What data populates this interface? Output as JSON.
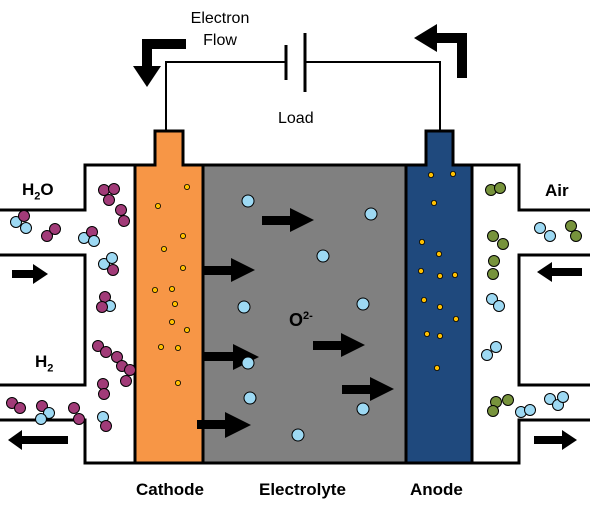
{
  "labels": {
    "electron_flow_line1": "Electron",
    "electron_flow_line2": "Flow",
    "load": "Load",
    "h2o_base": "H",
    "h2o_sub": "2",
    "h2o_tail": "O",
    "h2_base": "H",
    "h2_sub": "2",
    "air": "Air",
    "oxide_base": "O",
    "oxide_sup": "2-",
    "cathode": "Cathode",
    "electrolyte": "Electrolyte",
    "anode": "Anode"
  },
  "colors": {
    "cathode": "#f79646",
    "electrolyte": "#808080",
    "anode": "#1f497d",
    "blue_particle": "#9dd9f3",
    "magenta_particle": "#a13b78",
    "green_particle": "#77933c",
    "electron_dot": "#ffc000"
  }
}
